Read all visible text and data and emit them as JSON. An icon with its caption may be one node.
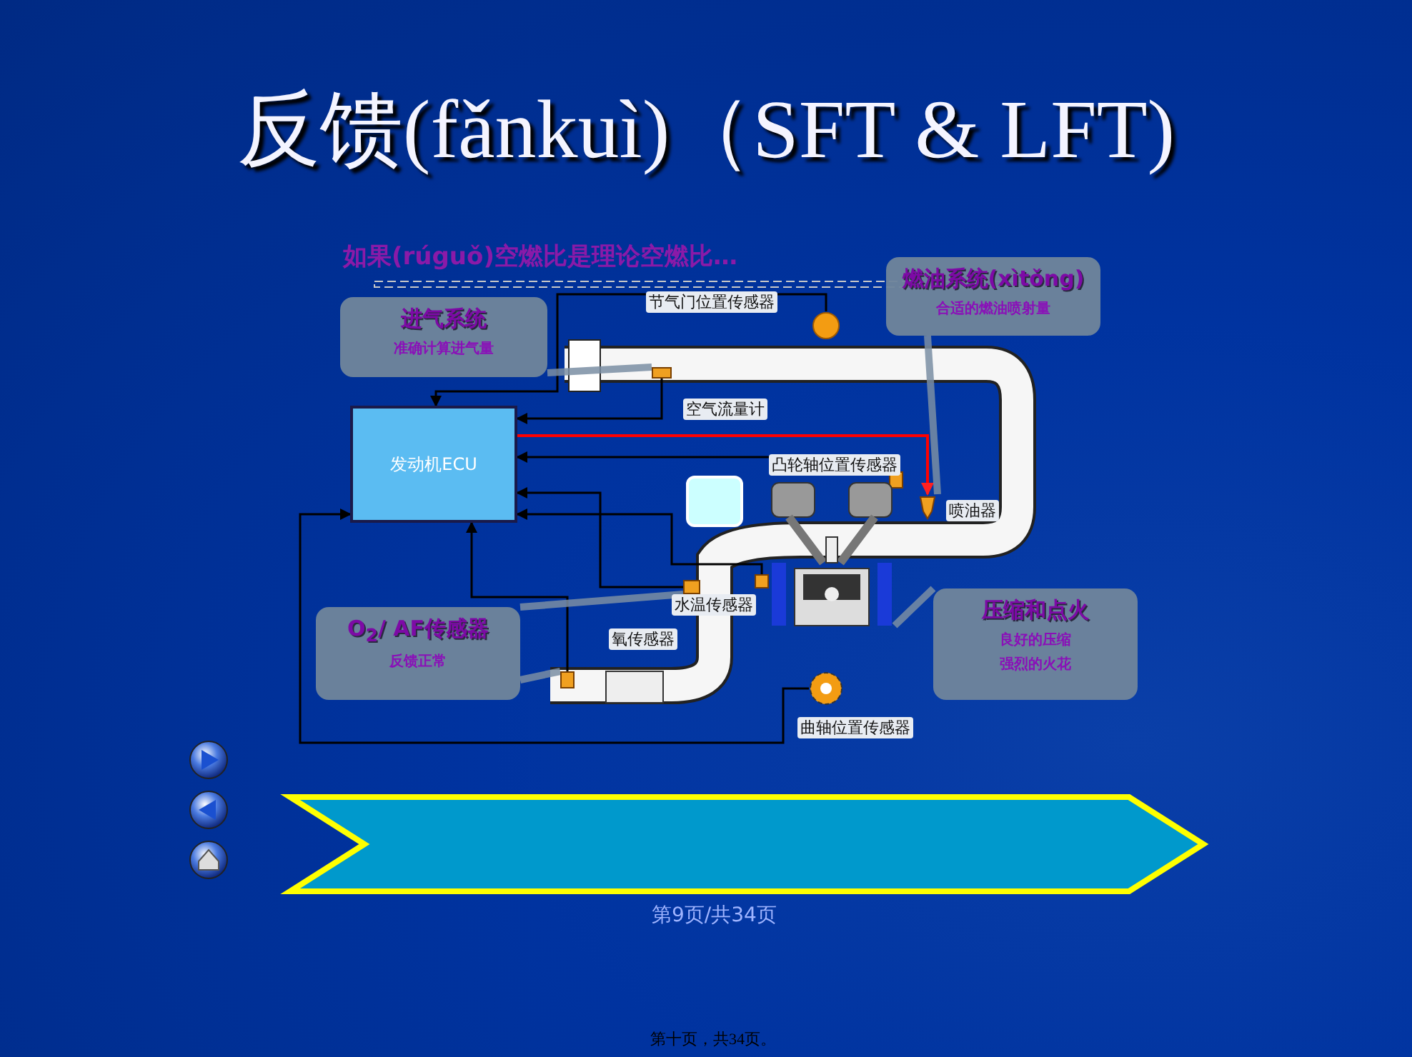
{
  "diagram": {
    "title": "反馈(fǎnkuì)（SFT & LFT)",
    "caption": "如果(rúguǒ)空燃比是理论空燃比…",
    "nodes": [
      {
        "text": [
          "发动机ECU"
        ]
      },
      {
        "text": [],
        "shape": "circle",
        "beside": [
          "节气门位置传感器"
        ]
      },
      {
        "text": [],
        "shape": "box",
        "beside": [
          "空气流量计"
        ]
      },
      {
        "text": [],
        "shape": "box",
        "beside": [
          "喷油器"
        ]
      },
      {
        "text": [],
        "shape": "box",
        "beside": [
          "凸轮轴位置传感器"
        ]
      },
      {
        "text": [],
        "shape": "box",
        "beside": [
          "氧传感器"
        ]
      },
      {
        "text": [],
        "shape": "box"
      },
      {
        "text": [],
        "shape": "box",
        "beside": [
          "水温传感器"
        ]
      },
      {
        "text": [],
        "shape": "circle",
        "beside": [
          "曲轴位置传感器"
        ]
      },
      {
        "text": [
          "进气系统",
          "准确计算进气量"
        ]
      },
      {
        "text": [
          "燃油系统(xìtǒng)",
          "合适的燃油喷射量"
        ]
      },
      {
        "text": [
          "O$_{2}$/ AF传感器",
          "反馈正常"
        ]
      },
      {
        "text": [
          "压缩和点火",
          "良好的压缩",
          "强烈的火花"
        ]
      },
      {
        "text": [],
        "shape": "picture"
      },
      {
        "text": [],
        "shape": "box"
      },
      {
        "text": [],
        "shape": "box"
      }
    ],
    "edges": [
      {
        "from": 1,
        "to": 0,
        "arrow": "to"
      },
      {
        "from": 2,
        "to": 0,
        "arrow": "to"
      },
      {
        "from": 0,
        "to": 3,
        "arrow": "to",
        "color": "#ff0000"
      },
      {
        "from": 4,
        "to": 0,
        "arrow": "to"
      },
      {
        "from": 5,
        "to": 0,
        "arrow": "to"
      },
      {
        "from": 7,
        "to": 0,
        "arrow": "to"
      },
      {
        "from": 6,
        "to": 0,
        "arrow": "to"
      },
      {
        "from": 8,
        "to": 0,
        "arrow": "to"
      },
      {
        "from": 9,
        "to": 2,
        "arrow": "none",
        "style": "thick",
        "color": "#7a8ea3"
      },
      {
        "from": 10,
        "to": 3,
        "arrow": "none",
        "style": "thick",
        "color": "#7a8ea3"
      },
      {
        "from": 11,
        "to": 5,
        "arrow": "none",
        "style": "thick",
        "color": "#7a8ea3"
      },
      {
        "from": 11,
        "to": 6,
        "arrow": "none",
        "style": "thick",
        "color": "#7a8ea3"
      },
      {
        "from": 12,
        "to": 13,
        "arrow": "none",
        "style": "thick",
        "color": "#7a8ea3"
      }
    ],
    "labels": [
      "第9页/共34页",
      "第十页，共34页。"
    ]
  }
}
